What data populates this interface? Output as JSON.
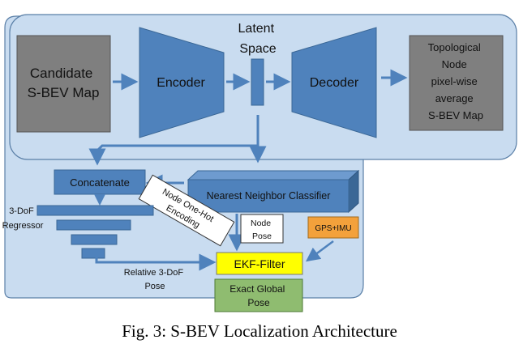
{
  "figure": {
    "candidate_map": [
      "Candidate",
      "S-BEV Map"
    ],
    "encoder": "Encoder",
    "latent_space": [
      "Latent",
      "Space"
    ],
    "decoder": "Decoder",
    "topological_output": [
      "Topological",
      "Node",
      "pixel-wise",
      "average",
      "S-BEV Map"
    ],
    "concatenate": "Concatenate",
    "nearest_neighbor": "Nearest Neighbor Classifier",
    "node_onehot": [
      "Node One-Hot",
      "Encoding"
    ],
    "regressor": [
      "3-DoF",
      "Regressor"
    ],
    "node_pose": [
      "Node",
      "Pose"
    ],
    "gps_imu": "GPS+IMU",
    "relative_pose": [
      "Relative 3-DoF",
      "Pose"
    ],
    "ekf_filter": "EKF-Filter",
    "exact_global_pose": [
      "Exact Global",
      "Pose"
    ]
  },
  "caption": "Fig. 3: S-BEV Localization Architecture",
  "colors": {
    "panel": "#c9dcf0",
    "blue": "#4f82bc",
    "blue_dark": "#3a6796",
    "gray": "#7f7f7f",
    "orange": "#f3a13b",
    "yellow": "#ffff00",
    "green": "#8fbc70"
  }
}
